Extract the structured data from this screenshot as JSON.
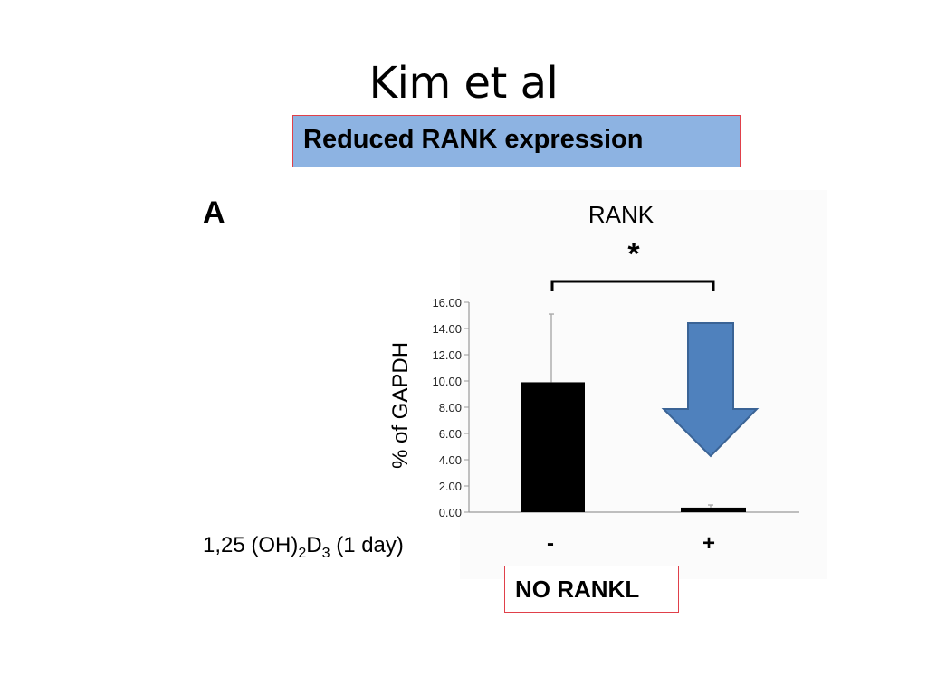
{
  "slide": {
    "title": "Kim et al",
    "callout": "Reduced RANK expression",
    "note": "NO RANKL"
  },
  "colors": {
    "callout_fill": "#8db3e2",
    "callout_border": "#e0404a",
    "arrow_fill": "#4f81bd",
    "arrow_stroke": "#3a6395",
    "bar_fill": "#000000"
  },
  "chart_data": {
    "type": "bar",
    "panel_label": "A",
    "title": "RANK",
    "significance": "*",
    "ylabel": "% of GAPDH",
    "xlabel_prefix": "1,25 (OH)",
    "xlabel_sub1": "2",
    "xlabel_mid": "D",
    "xlabel_sub2": "3",
    "xlabel_suffix": " (1 day)",
    "categories": [
      "-",
      "+"
    ],
    "values": [
      9.9,
      0.35
    ],
    "error_upper": [
      15.1,
      0.55
    ],
    "ylim": [
      0,
      16
    ],
    "yticks": [
      "0.00",
      "2.00",
      "4.00",
      "6.00",
      "8.00",
      "10.00",
      "12.00",
      "14.00",
      "16.00"
    ],
    "grid": false,
    "legend": "none",
    "annotation": "down-arrow above + bar"
  }
}
